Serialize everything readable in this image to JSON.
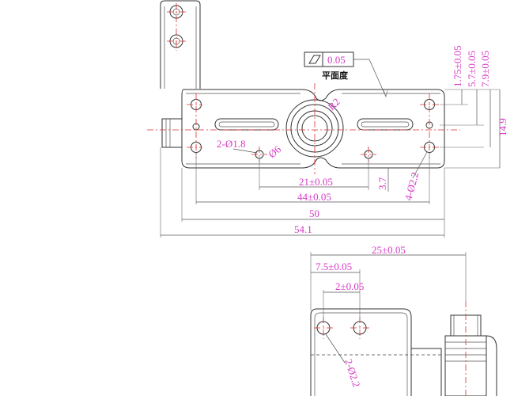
{
  "tolerance_frame": {
    "symbol": "flatness",
    "value": "0.05"
  },
  "flatness_note": "平面度",
  "dimensions": {
    "d_1_75": "1.75±0.05",
    "d_5_7": "5.7±0.05",
    "d_7_9": "7.9±0.05",
    "d_14_9": "14.9",
    "radius_r2": "R2",
    "holes_2_d1_8": "2-Ø1.8",
    "bore_d6": "Ø6",
    "d_21": "21±0.05",
    "d_44": "44±0.05",
    "d_3_7": "3.7",
    "holes_4_d2_2": "4-Ø2.2",
    "d_50": "50",
    "d_54_1": "54.1",
    "d_25": "25±0.05",
    "d_7_5": "7.5±0.05",
    "d_2": "2±0.05",
    "holes_2_d2_2": "2-Ø2.2"
  }
}
